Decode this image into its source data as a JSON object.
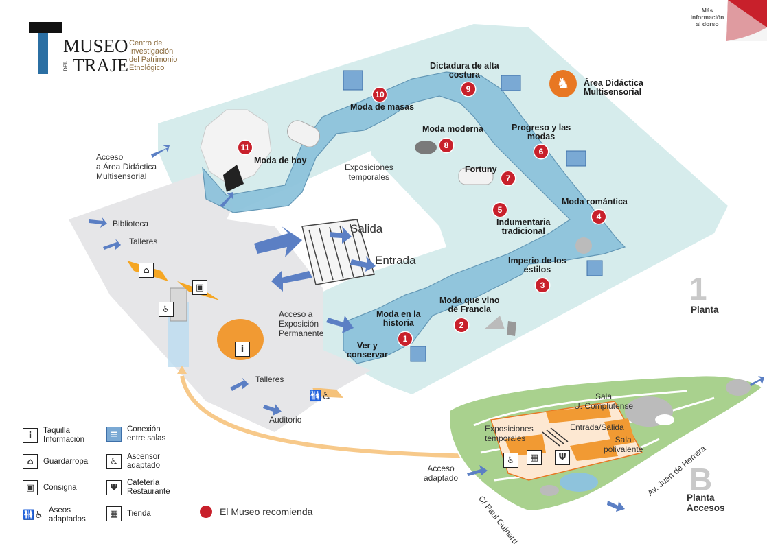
{
  "header": {
    "logo_word_1": "MUSEO",
    "logo_word_2": "TRAJE",
    "logo_del": "DEL",
    "subtitle_lines": [
      "Centro de",
      "Investigación",
      "del Patrimonio",
      "Etnológico"
    ],
    "corner_note": [
      "Más",
      "información",
      "al dorso"
    ]
  },
  "didactic_area": {
    "label_lines": [
      "Área Didáctica",
      "Multisensorial"
    ]
  },
  "rooms": [
    {
      "num": "1",
      "lines": [
        "Moda en la",
        "historia"
      ]
    },
    {
      "num": "2",
      "lines": [
        "Moda que vino",
        "de Francia"
      ]
    },
    {
      "num": "3",
      "lines": [
        "Imperio de los",
        "estilos"
      ]
    },
    {
      "num": "4",
      "lines": [
        "Moda romántica"
      ]
    },
    {
      "num": "5",
      "lines": [
        "Indumentaria",
        "tradicional"
      ]
    },
    {
      "num": "6",
      "lines": [
        "Progreso y las",
        "modas"
      ]
    },
    {
      "num": "7",
      "lines": [
        "Fortuny"
      ]
    },
    {
      "num": "8",
      "lines": [
        "Moda moderna"
      ]
    },
    {
      "num": "9",
      "lines": [
        "Dictadura de alta",
        "costura"
      ]
    },
    {
      "num": "10",
      "lines": [
        "Moda de masas"
      ]
    },
    {
      "num": "11",
      "lines": [
        "Moda de hoy"
      ]
    }
  ],
  "plant_1": {
    "ver_conservar": [
      "Ver y",
      "conservar"
    ],
    "exposiciones_temporales": [
      "Exposiciones",
      "temporales"
    ],
    "acceso_didactica": [
      "Acceso",
      "a Área Didáctica",
      "Multisensorial"
    ],
    "biblioteca": "Biblioteca",
    "talleres_top": "Talleres",
    "talleres_bottom": "Talleres",
    "auditorio": "Auditorio",
    "salida": "Salida",
    "entrada": "Entrada",
    "acceso_permanente": [
      "Acceso a",
      "Exposición",
      "Permanente"
    ],
    "planta_number": "1",
    "planta_label": "Planta"
  },
  "plant_b": {
    "sala_uc": [
      "Sala",
      "U. Complutense"
    ],
    "expo_temp": [
      "Exposiciones",
      "temporales"
    ],
    "entrada_salida": "Entrada/Salida",
    "sala_poli": [
      "Sala",
      "polivalente"
    ],
    "acceso_adaptado": [
      "Acceso",
      "adaptado"
    ],
    "street_1": "C/ Paul Guinard",
    "street_2": "Av. Juan de Herrera",
    "planta_letter": "B",
    "planta_label": [
      "Planta",
      "Accesos"
    ]
  },
  "legend": {
    "taquilla": [
      "Taquilla",
      "Información"
    ],
    "guardarropa": "Guardarropa",
    "consigna": "Consigna",
    "aseos": [
      "Aseos",
      "adaptados"
    ],
    "conexion": [
      "Conexión",
      "entre salas"
    ],
    "ascensor": [
      "Ascensor",
      "adaptado"
    ],
    "cafeteria": [
      "Cafetería",
      "Restaurante"
    ],
    "tienda": "Tienda",
    "recomienda": "El Museo recomienda"
  },
  "colors": {
    "route_blue": "#8ec3dc",
    "floor_teal": "#d6ecec",
    "floor_grey": "#e3e3e5",
    "accent_red": "#c8202b",
    "accent_orange": "#e87722",
    "garden_green": "#a9d18e",
    "arrow_blue": "#5b7fc4"
  },
  "icons": {
    "info": "info-icon",
    "hanger": "hanger-icon",
    "locker": "locker-icon",
    "wheelchair": "wheelchair-icon",
    "toilets": "toilets-icon",
    "connection": "connection-icon",
    "elevator": "elevator-icon",
    "cafe": "cutlery-icon",
    "shop": "gift-icon"
  }
}
